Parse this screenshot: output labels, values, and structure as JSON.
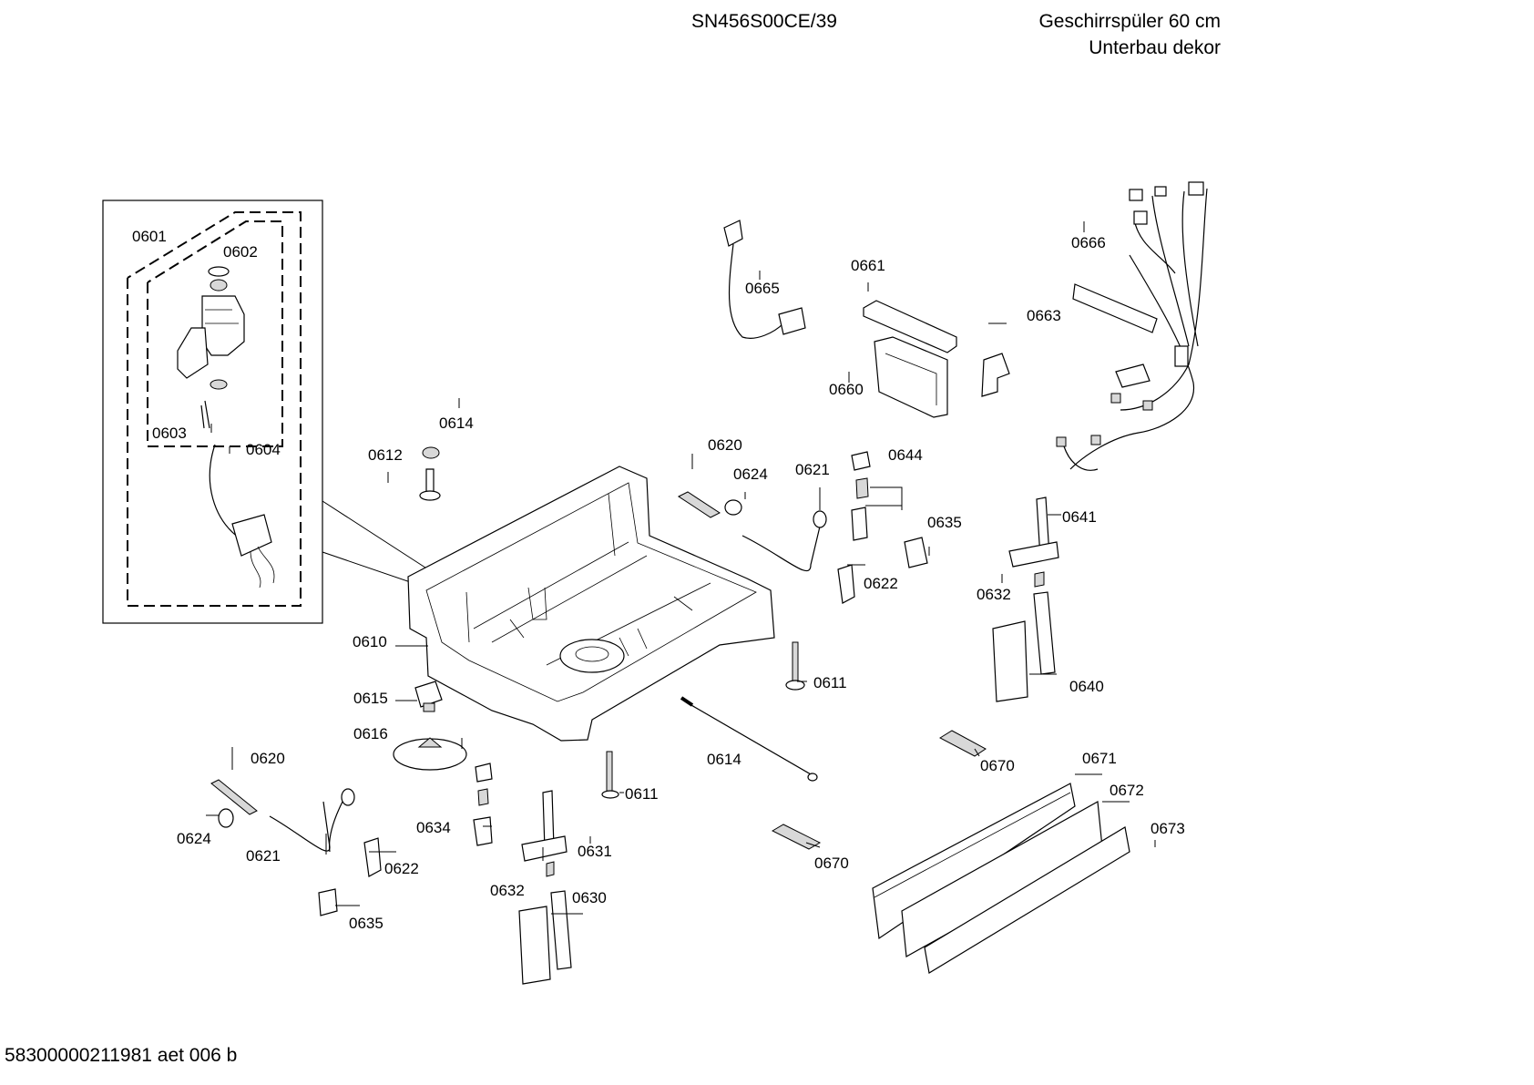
{
  "header": {
    "model": "SN456S00CE/39",
    "title_line1": "Geschirrspüler 60 cm",
    "title_line2": "Unterbau dekor"
  },
  "footer": {
    "doc_code": "58300000211981 aet 006 b"
  },
  "labels": {
    "l0601": "0601",
    "l0602": "0602",
    "l0603": "0603",
    "l0604": "0604",
    "l0610": "0610",
    "l0611a": "0611",
    "l0611b": "0611",
    "l0612": "0612",
    "l0614a": "0614",
    "l0614b": "0614",
    "l0615": "0615",
    "l0616": "0616",
    "l0620a": "0620",
    "l0620b": "0620",
    "l0621a": "0621",
    "l0621b": "0621",
    "l0622a": "0622",
    "l0622b": "0622",
    "l0624a": "0624",
    "l0624b": "0624",
    "l0630": "0630",
    "l0631": "0631",
    "l0632a": "0632",
    "l0632b": "0632",
    "l0634": "0634",
    "l0635a": "0635",
    "l0635b": "0635",
    "l0640": "0640",
    "l0641": "0641",
    "l0644": "0644",
    "l0660": "0660",
    "l0661": "0661",
    "l0663": "0663",
    "l0665": "0665",
    "l0666": "0666",
    "l0670a": "0670",
    "l0670b": "0670",
    "l0671": "0671",
    "l0672": "0672",
    "l0673": "0673"
  }
}
